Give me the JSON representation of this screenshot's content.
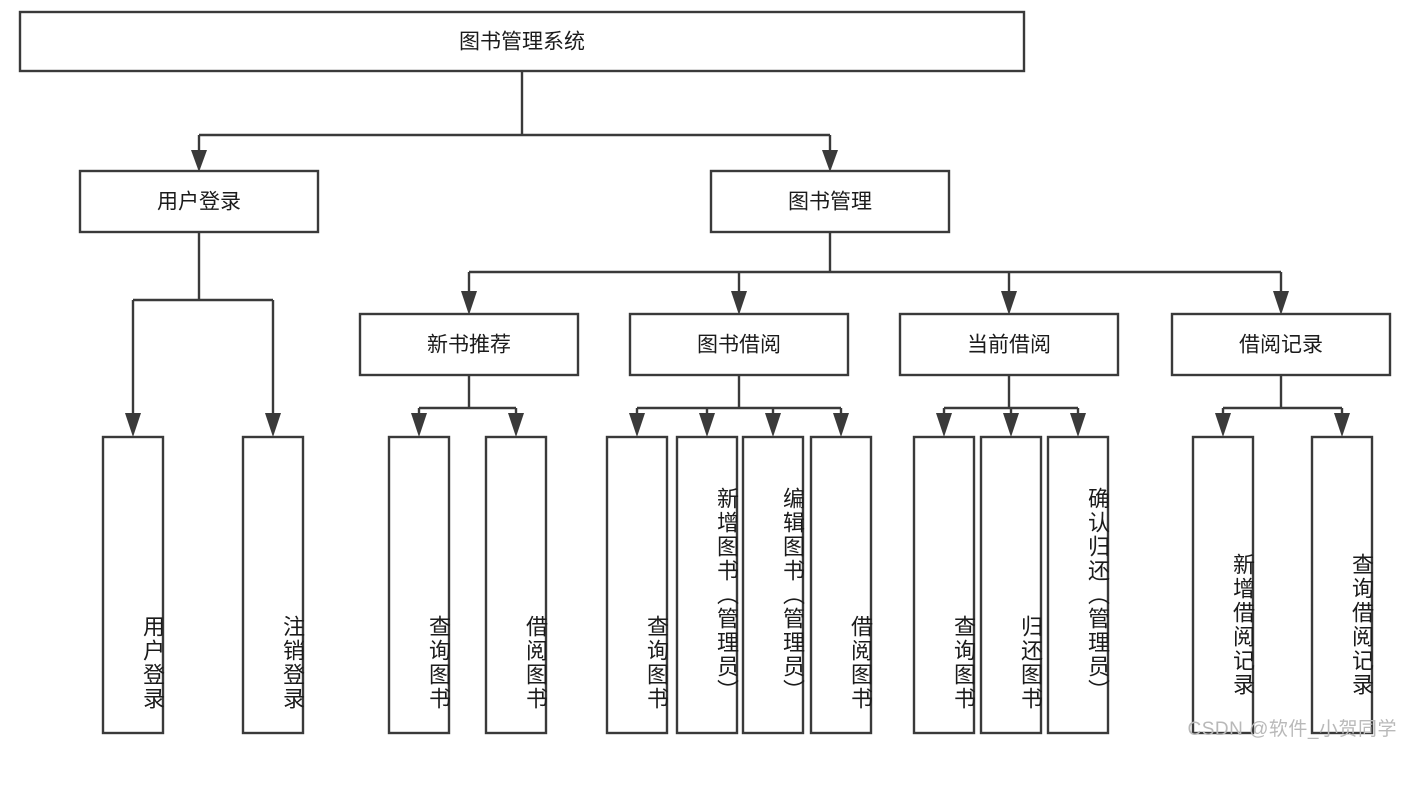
{
  "diagram": {
    "title": "图书管理系统",
    "type": "tree-hierarchy",
    "watermark": "CSDN @软件_小贺同学",
    "colors": {
      "box_stroke": "#3a3a3a",
      "box_fill": "#ffffff",
      "text": "#1b1b1b",
      "background": "#ffffff",
      "watermark": "#b9b9b9"
    },
    "root": {
      "label": "图书管理系统"
    },
    "level2": [
      {
        "label": "用户登录"
      },
      {
        "label": "图书管理"
      }
    ],
    "level3": [
      {
        "label": "新书推荐"
      },
      {
        "label": "图书借阅"
      },
      {
        "label": "当前借阅"
      },
      {
        "label": "借阅记录"
      }
    ],
    "leaves": {
      "user_login": [
        {
          "label": "用户登录"
        },
        {
          "label": "注销登录"
        }
      ],
      "new_book_recommend": [
        {
          "label": "查询图书"
        },
        {
          "label": "借阅图书"
        }
      ],
      "book_borrow": [
        {
          "label": "查询图书"
        },
        {
          "label": "新增图书（管理员）"
        },
        {
          "label": "编辑图书（管理员）"
        },
        {
          "label": "借阅图书"
        }
      ],
      "current_borrow": [
        {
          "label": "查询图书"
        },
        {
          "label": "归还图书"
        },
        {
          "label": "确认归还（管理员）"
        }
      ],
      "borrow_record": [
        {
          "label": "新增借阅记录"
        },
        {
          "label": "查询借阅记录"
        }
      ]
    }
  }
}
